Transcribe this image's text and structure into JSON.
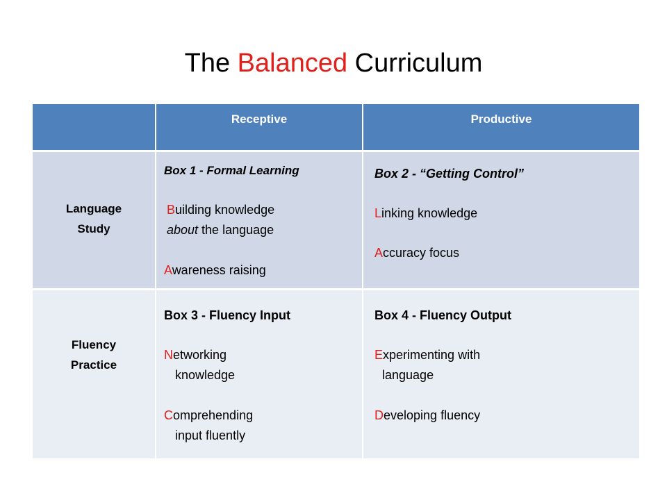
{
  "title": {
    "prefix": "The ",
    "accent": "Balanced",
    "suffix": " Curriculum"
  },
  "table": {
    "header": {
      "receptive": "Receptive",
      "productive": "Productive"
    },
    "rows": [
      {
        "label": [
          "Language",
          "Study"
        ]
      },
      {
        "label": [
          "Fluency",
          "Practice"
        ]
      }
    ],
    "box1": {
      "heading": "Box 1 - Formal Learning",
      "l1_first": "B",
      "l1_rest": "uilding knowledge",
      "l2_em": "about",
      "l2_rest": " the language",
      "l3_first": "A",
      "l3_rest": "wareness raising"
    },
    "box2": {
      "heading": "Box 2 - “Getting Control”",
      "l1_first": "L",
      "l1_rest": "inking knowledge",
      "l2_first": "A",
      "l2_rest": "ccuracy focus"
    },
    "box3": {
      "heading": "Box 3 - Fluency Input",
      "l1_first": "N",
      "l1_rest": "etworking",
      "l1_cont": "knowledge",
      "l2_first": "C",
      "l2_rest": "omprehending",
      "l2_cont": "input fluently"
    },
    "box4": {
      "heading": "Box 4 - Fluency Output",
      "l1_first": "E",
      "l1_rest": "xperimenting with",
      "l1_cont": "language",
      "l2_first": "D",
      "l2_rest": "eveloping fluency"
    }
  },
  "colors": {
    "accent": "#e0201b",
    "header_bg": "#4f81bd",
    "row1_bg": "#d0d8e8",
    "row2_bg": "#e9edf4"
  }
}
